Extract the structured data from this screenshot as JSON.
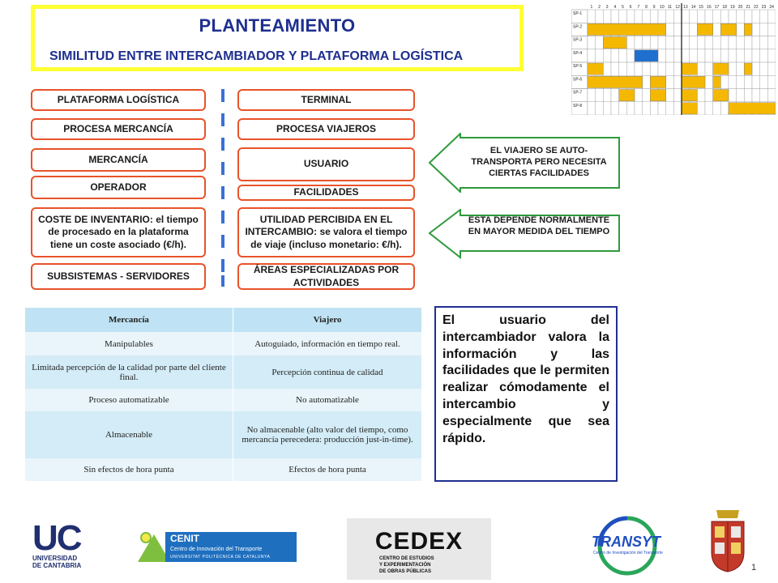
{
  "title": {
    "main": "PLANTEAMIENTO",
    "subtitle": "SIMILITUD ENTRE INTERCAMBIADOR  Y PLATAFORMA LOGÍSTICA"
  },
  "left_column": [
    "PLATAFORMA LOGÍSTICA",
    "PROCESA MERCANCÍA",
    "MERCANCÍA",
    "OPERADOR",
    "COSTE DE INVENTARIO: el tiempo de procesado en la plataforma tiene un coste asociado (€/h).",
    "SUBSISTEMAS - SERVIDORES"
  ],
  "right_column": [
    "TERMINAL",
    "PROCESA VIAJEROS",
    "USUARIO",
    "FACILIDADES",
    "UTILIDAD PERCIBIDA EN EL INTERCAMBIO: se valora el tiempo de viaje (incluso monetario: €/h).",
    "ÁREAS ESPECIALIZADAS POR ACTIVIDADES"
  ],
  "callouts": [
    "EL VIAJERO SE AUTO-TRANSPORTA PERO NECESITA CIERTAS FACILIDADES",
    "ESTA DEPENDE NORMALMENTE EN MAYOR MEDIDA DEL TIEMPO"
  ],
  "table": {
    "headers": [
      "Mercancía",
      "Viajero"
    ],
    "rows": [
      [
        "Manipulables",
        "Autoguiado, información en tiempo real."
      ],
      [
        "Limitada percepción de la calidad por parte del cliente final.",
        "Percepción continua de calidad"
      ],
      [
        "Proceso automatizable",
        "No automatizable"
      ],
      [
        "Almacenable",
        "No almacenable (alto valor del tiempo, como mercancía perecedera: producción just-in-time)."
      ],
      [
        "Sin efectos de hora punta",
        "Efectos de hora punta"
      ]
    ]
  },
  "note": "El usuario del intercambiador valora la información y las facilidades que le permiten realizar cómodamente el intercambio y especialmente que sea rápido.",
  "gantt": {
    "row_labels": [
      "SP-1",
      "SP-2",
      "SP-3",
      "SP-4",
      "SP-5",
      "SP-6",
      "SP-7",
      "SP-8"
    ],
    "column_labels": [
      "1",
      "2",
      "3",
      "4",
      "5",
      "6",
      "7",
      "8",
      "9",
      "10",
      "11",
      "12",
      "13",
      "14",
      "15",
      "16",
      "17",
      "18",
      "19",
      "20",
      "21",
      "22",
      "23",
      "24"
    ],
    "yellow": "#f5b800",
    "blue": "#1f6fcf"
  },
  "logos": {
    "uc": {
      "mark": "UC",
      "line1": "UNIVERSIDAD",
      "line2": "DE CANTABRIA"
    },
    "cenit": {
      "name": "CENIT",
      "line1": "Centro de Innovación del Transporte",
      "line2": "UNIVERSITAT POLITÈCNICA DE CATALUNYA"
    },
    "cedex": {
      "name": "CEDEX",
      "line1": "CENTRO DE ESTUDIOS",
      "line2": "Y EXPERIMENTACIÓN",
      "line3": "DE OBRAS PÚBLICAS"
    },
    "transyt": {
      "name": "TRANSYT",
      "line1": "Centro de Investigación del Transporte"
    }
  },
  "page_number": "1"
}
